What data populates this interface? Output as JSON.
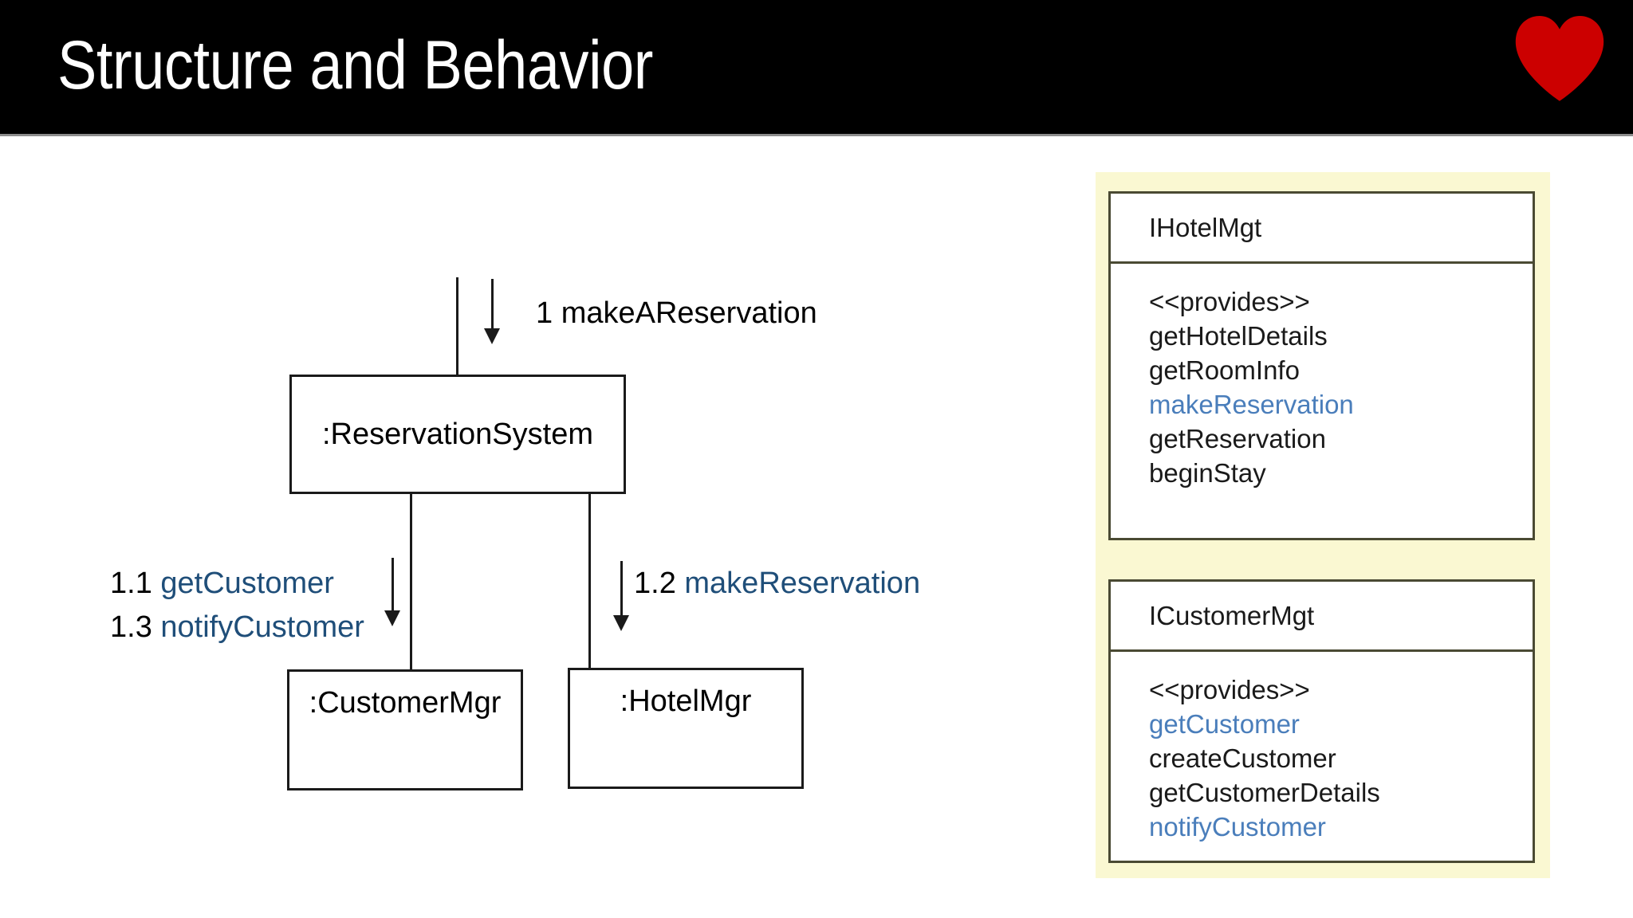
{
  "header": {
    "title": "Structure and Behavior",
    "background_color": "#000000",
    "title_color": "#ffffff",
    "heart_icon": "heart-icon",
    "heart_color": "#CC0000"
  },
  "diagram": {
    "type": "uml-communication-diagram",
    "accent_color": "#1F4E79",
    "objects": [
      {
        "id": "reservationsystem",
        "label": ":ReservationSystem"
      },
      {
        "id": "customermgr",
        "label": ":CustomerMgr"
      },
      {
        "id": "hotelmgr",
        "label": ":HotelMgr"
      }
    ],
    "messages": [
      {
        "seq": "1",
        "operation": "makeAReservation",
        "operation_colored": false,
        "to": "reservationsystem"
      },
      {
        "seq": "1.1",
        "operation": "getCustomer",
        "operation_colored": true,
        "to": "customermgr"
      },
      {
        "seq": "1.3",
        "operation": "notifyCustomer",
        "operation_colored": true,
        "to": "customermgr"
      },
      {
        "seq": "1.2",
        "operation": "makeReservation",
        "operation_colored": true,
        "to": "hotelmgr"
      }
    ],
    "labels": {
      "msg_1": {
        "seq": "1 ",
        "op": "makeAReservation"
      },
      "msg_11": {
        "seq": "1.1 ",
        "op": "getCustomer"
      },
      "msg_13": {
        "seq": "1.3 ",
        "op": "notifyCustomer"
      },
      "msg_12": {
        "seq": "1.2 ",
        "op": "makeReservation"
      }
    }
  },
  "interfaces": {
    "panel_color": "#FAF8D2",
    "highlight_color": "#4A7EBB",
    "items": [
      {
        "name": "IHotelMgt",
        "stereotype": "<<provides>>",
        "operations": [
          {
            "label": "getHotelDetails",
            "highlighted": false
          },
          {
            "label": "getRoomInfo",
            "highlighted": false
          },
          {
            "label": "makeReservation",
            "highlighted": true
          },
          {
            "label": "getReservation",
            "highlighted": false
          },
          {
            "label": "beginStay",
            "highlighted": false
          }
        ]
      },
      {
        "name": "ICustomerMgt",
        "stereotype": "<<provides>>",
        "operations": [
          {
            "label": "getCustomer",
            "highlighted": true
          },
          {
            "label": "createCustomer",
            "highlighted": false
          },
          {
            "label": "getCustomerDetails",
            "highlighted": false
          },
          {
            "label": "notifyCustomer",
            "highlighted": true
          }
        ]
      }
    ]
  }
}
